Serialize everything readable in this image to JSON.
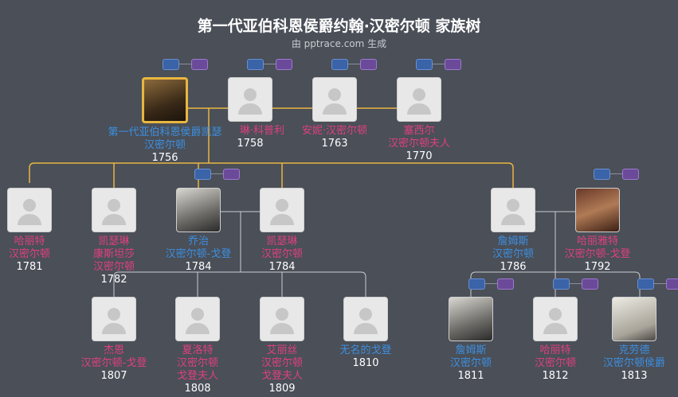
{
  "header": {
    "title": "第一代亚伯科恩侯爵约翰·汉密尔顿 家族树",
    "subtitle": "由 pptrace.com 生成"
  },
  "gen1": [
    {
      "name": "第一代亚伯科恩侯爵凯瑟",
      "name2": "汉密尔顿",
      "year": "1756",
      "gender": "male",
      "photo": "portrait-gold"
    },
    {
      "name": "琳·科普利",
      "name2": "",
      "year": "1758",
      "gender": "female",
      "photo": "placeholder"
    },
    {
      "name": "安妮·汉密尔顿",
      "name2": "",
      "year": "1763",
      "gender": "female",
      "photo": "placeholder"
    },
    {
      "name": "塞西尔",
      "name2": "汉密尔顿夫人",
      "year": "1770",
      "gender": "female",
      "photo": "placeholder"
    }
  ],
  "gen2": [
    {
      "name": "哈丽特",
      "name2": "汉密尔顿",
      "name3": "",
      "year": "1781",
      "gender": "female"
    },
    {
      "name": "凯瑟琳",
      "name2": "康斯坦莎",
      "name3": "汉密尔顿",
      "year": "1782",
      "gender": "female"
    },
    {
      "name": "乔治",
      "name2": "汉密尔顿-戈登",
      "name3": "",
      "year": "1784",
      "gender": "male"
    },
    {
      "name": "凯瑟琳",
      "name2": "汉密尔顿",
      "name3": "",
      "year": "1784",
      "gender": "female"
    },
    {
      "name": "詹姆斯",
      "name2": "汉密尔顿",
      "name3": "",
      "year": "1786",
      "gender": "male"
    },
    {
      "name": "哈丽雅特",
      "name2": "汉密尔顿-戈登",
      "name3": "",
      "year": "1792",
      "gender": "female"
    }
  ],
  "gen3": [
    {
      "name": "杰恩",
      "name2": "汉密尔顿-戈登",
      "name3": "",
      "year": "1807",
      "gender": "female"
    },
    {
      "name": "夏洛特",
      "name2": "汉密尔顿",
      "name3": "戈登夫人",
      "year": "1808",
      "gender": "female"
    },
    {
      "name": "艾丽丝",
      "name2": "汉密尔顿",
      "name3": "戈登夫人",
      "year": "1809",
      "gender": "female"
    },
    {
      "name": "无名的戈登",
      "name2": "",
      "name3": "",
      "year": "1810",
      "gender": "male"
    },
    {
      "name": "詹姆斯",
      "name2": "汉密尔顿",
      "name3": "",
      "year": "1811",
      "gender": "male"
    },
    {
      "name": "哈丽特",
      "name2": "汉密尔顿",
      "name3": "",
      "year": "1812",
      "gender": "female"
    },
    {
      "name": "克劳德",
      "name2": "汉密尔顿侯爵",
      "name3": "",
      "year": "1813",
      "gender": "male"
    }
  ],
  "colors": {
    "background": "#4a4f58",
    "male": "#3d8fe0",
    "female": "#e0407e",
    "main_line": "#e9b640",
    "line": "#c9ccd2"
  },
  "icons": {
    "placeholder": "person-silhouette-icon",
    "toggle": "spouse-toggle-icon"
  }
}
